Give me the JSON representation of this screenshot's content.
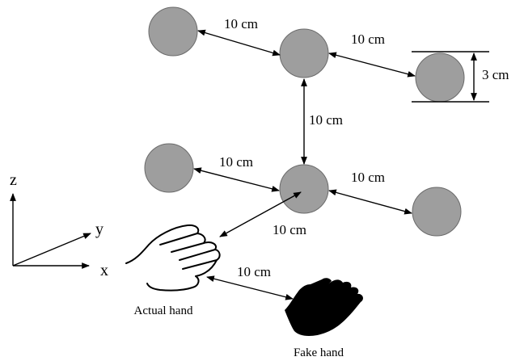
{
  "colors": {
    "target_fill": "#9e9e9e",
    "target_stroke": "#6a6a6a",
    "line": "#000000",
    "fake_hand": "#000000",
    "background": "#ffffff"
  },
  "labels": {
    "dist_top_left": "10 cm",
    "dist_top_right": "10 cm",
    "diameter": "3 cm",
    "dist_vertical": "10 cm",
    "dist_bottom_left": "10 cm",
    "dist_bottom_right": "10 cm",
    "dist_hand_target": "10 cm",
    "dist_hands": "10 cm",
    "axis_z": "z",
    "axis_y": "y",
    "axis_x": "x",
    "actual_hand": "Actual hand",
    "fake_hand": "Fake hand"
  },
  "icons": {
    "actual_hand": "outline-hand-icon",
    "fake_hand": "filled-hand-icon"
  }
}
